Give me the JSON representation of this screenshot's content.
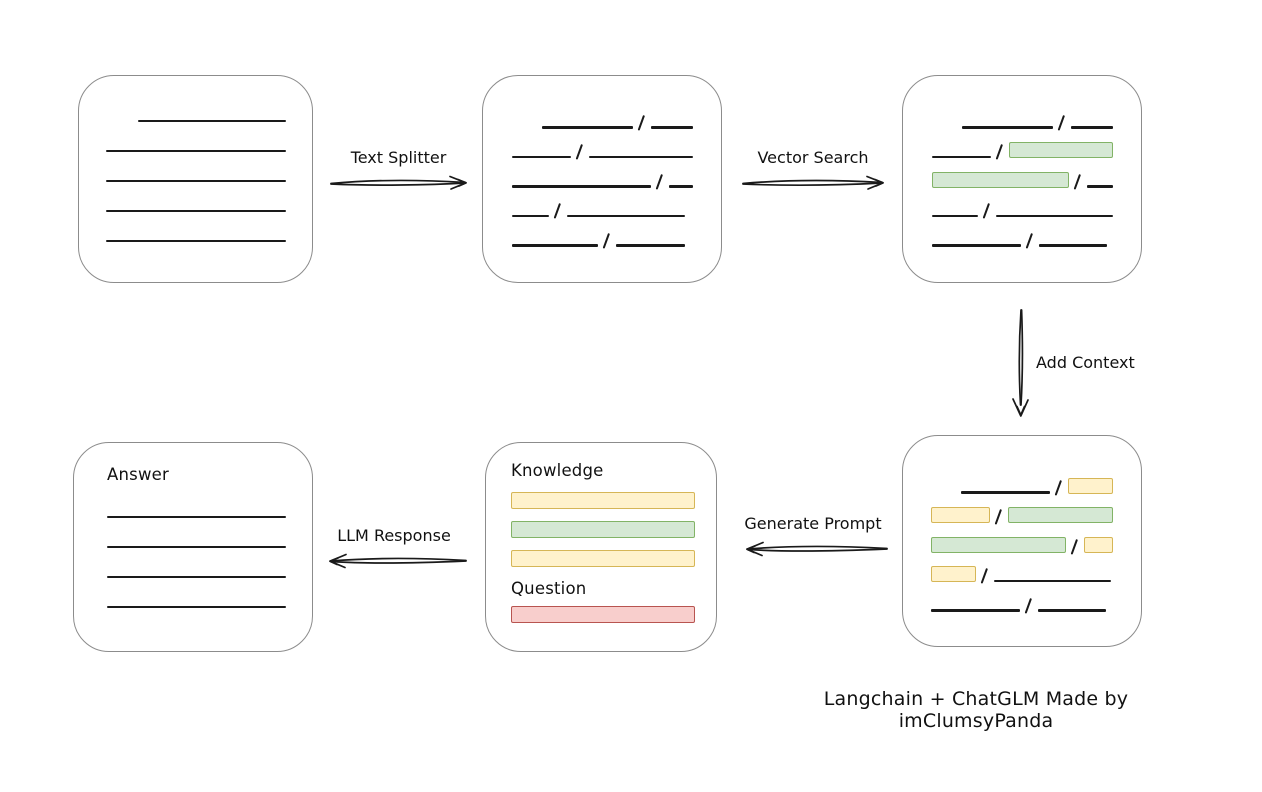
{
  "caption": "Langchain + ChatGLM Made by imClumsyPanda",
  "colors": {
    "line": "#1a1a1a",
    "box_border": "#8c8c8c",
    "green_fill": "#d5e8d4",
    "green_border": "#82b366",
    "yellow_fill": "#fff2cc",
    "yellow_border": "#d6b656",
    "red_fill": "#f8cecc",
    "red_border": "#b85450"
  },
  "arrows": {
    "text_splitter": {
      "label": "Text Splitter",
      "direction": "right"
    },
    "vector_search": {
      "label": "Vector Search",
      "direction": "right"
    },
    "add_context": {
      "label": "Add Context",
      "direction": "down"
    },
    "generate_prompt": {
      "label": "Generate Prompt",
      "direction": "left"
    },
    "llm_response": {
      "label": "LLM Response",
      "direction": "left"
    }
  },
  "boxes": {
    "document": {
      "rows": [
        {
          "indent": 32,
          "segs": [
            {
              "t": "line",
              "w": 150
            }
          ]
        },
        {
          "segs": [
            {
              "t": "line",
              "w": 182
            }
          ]
        },
        {
          "segs": [
            {
              "t": "line",
              "w": 182
            }
          ]
        },
        {
          "segs": [
            {
              "t": "line",
              "w": 182
            }
          ]
        },
        {
          "segs": [
            {
              "t": "line",
              "w": 182
            }
          ]
        }
      ]
    },
    "chunks": {
      "rows": [
        {
          "indent": 30,
          "segs": [
            {
              "t": "line",
              "w": 92
            },
            {
              "t": "line",
              "w": 43
            }
          ]
        },
        {
          "segs": [
            {
              "t": "line",
              "w": 60
            },
            {
              "t": "line",
              "w": 105
            }
          ]
        },
        {
          "segs": [
            {
              "t": "line",
              "w": 140
            },
            {
              "t": "line",
              "w": 24
            }
          ]
        },
        {
          "segs": [
            {
              "t": "line",
              "w": 37
            },
            {
              "t": "line",
              "w": 118
            }
          ]
        },
        {
          "segs": [
            {
              "t": "line",
              "w": 86
            },
            {
              "t": "line",
              "w": 69
            }
          ]
        }
      ]
    },
    "matched": {
      "rows": [
        {
          "indent": 30,
          "segs": [
            {
              "t": "line",
              "w": 92
            },
            {
              "t": "line",
              "w": 43
            }
          ]
        },
        {
          "segs": [
            {
              "t": "line",
              "w": 61
            },
            {
              "t": "green",
              "w": 107
            }
          ]
        },
        {
          "segs": [
            {
              "t": "green",
              "w": 138
            },
            {
              "t": "line",
              "w": 26
            }
          ]
        },
        {
          "segs": [
            {
              "t": "line",
              "w": 46
            },
            {
              "t": "line",
              "w": 117
            }
          ]
        },
        {
          "segs": [
            {
              "t": "line",
              "w": 89
            },
            {
              "t": "line",
              "w": 68
            }
          ]
        }
      ]
    },
    "context": {
      "rows": [
        {
          "indent": 30,
          "segs": [
            {
              "t": "line",
              "w": 93
            },
            {
              "t": "yellow",
              "w": 47
            }
          ]
        },
        {
          "segs": [
            {
              "t": "yellow",
              "w": 60
            },
            {
              "t": "green",
              "w": 107
            }
          ]
        },
        {
          "segs": [
            {
              "t": "green",
              "w": 138
            },
            {
              "t": "yellow",
              "w": 30
            }
          ]
        },
        {
          "segs": [
            {
              "t": "yellow",
              "w": 45
            },
            {
              "t": "line",
              "w": 117
            }
          ]
        },
        {
          "segs": [
            {
              "t": "line",
              "w": 89
            },
            {
              "t": "line",
              "w": 68
            }
          ]
        }
      ]
    },
    "prompt": {
      "knowledge_label": "Knowledge",
      "question_label": "Question",
      "knowledge_bars": [
        "yellow",
        "green",
        "yellow"
      ],
      "question_bars": [
        "red"
      ]
    },
    "answer": {
      "label": "Answer",
      "rows": [
        {
          "segs": [
            {
              "t": "line",
              "w": 182
            }
          ]
        },
        {
          "segs": [
            {
              "t": "line",
              "w": 182
            }
          ]
        },
        {
          "segs": [
            {
              "t": "line",
              "w": 182
            }
          ]
        },
        {
          "segs": [
            {
              "t": "line",
              "w": 182
            }
          ]
        }
      ]
    }
  }
}
